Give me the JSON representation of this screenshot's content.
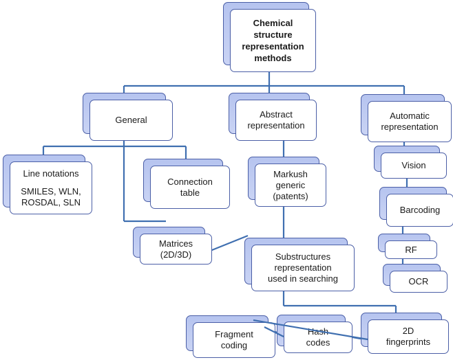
{
  "root": {
    "lines": [
      "Chemical",
      "structure",
      "representation",
      "methods"
    ]
  },
  "general": {
    "label": "General"
  },
  "abstract": {
    "lines": [
      "Abstract",
      "representation"
    ]
  },
  "automatic": {
    "lines": [
      "Automatic",
      "representation"
    ]
  },
  "line_notations": {
    "title": "Line notations",
    "detail_lines": [
      "SMILES, WLN,",
      "ROSDAL, SLN"
    ]
  },
  "connection_table": {
    "lines": [
      "Connection",
      "table"
    ]
  },
  "matrices": {
    "lines": [
      "Matrices",
      "(2D/3D)"
    ]
  },
  "markush": {
    "lines": [
      "Markush",
      "generic",
      "(patents)"
    ]
  },
  "substructures": {
    "lines": [
      "Substructures",
      "representation",
      "used in searching"
    ]
  },
  "vision": {
    "label": "Vision"
  },
  "barcoding": {
    "label": "Barcoding"
  },
  "rf": {
    "label": "RF"
  },
  "ocr": {
    "label": "OCR"
  },
  "fragment_coding": {
    "lines": [
      "Fragment",
      "coding"
    ]
  },
  "hash_codes": {
    "lines": [
      "Hash",
      "codes"
    ]
  },
  "fingerprints_2d": {
    "lines": [
      "2D",
      "fingerprints"
    ]
  },
  "colors": {
    "connector": "#3f6fb0",
    "border": "#4a5ea6",
    "shadow": "#bcc8f0"
  }
}
